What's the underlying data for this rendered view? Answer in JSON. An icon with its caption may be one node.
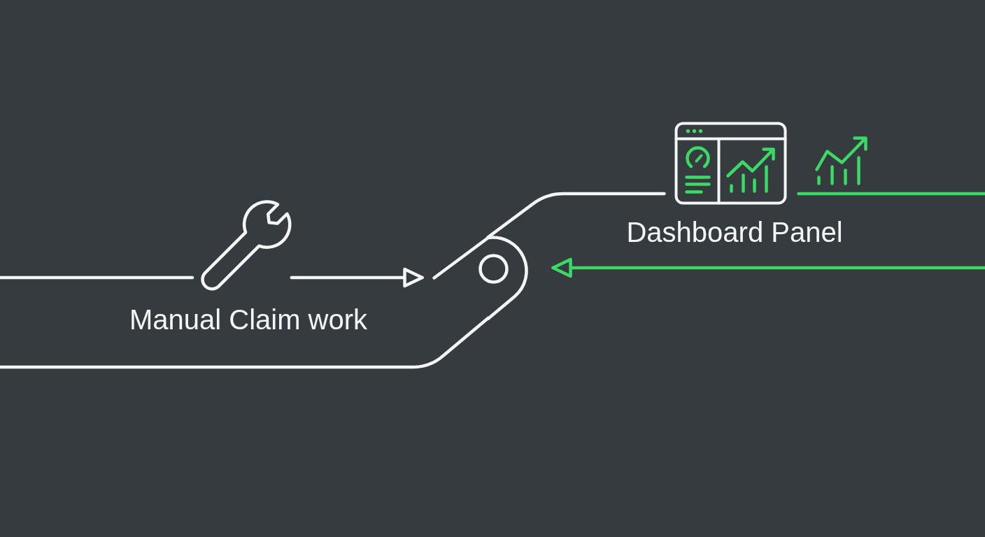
{
  "diagram": {
    "nodes": [
      {
        "text": [],
        "shape": "picture",
        "beside": [
          "Manual Claim work"
        ]
      },
      {
        "text": [],
        "shape": "circle"
      },
      {
        "text": [],
        "shape": "picture",
        "beside": [
          "Dashboard Panel"
        ]
      }
    ],
    "edges": [
      {
        "from": null,
        "to": 0,
        "arrow": "none"
      },
      {
        "from": 0,
        "to": 1,
        "arrow": "to"
      },
      {
        "from": 1,
        "to": 2,
        "arrow": "none"
      },
      {
        "from": 1,
        "to": null,
        "arrow": "none"
      },
      {
        "from": 2,
        "to": null,
        "arrow": "none",
        "color": "#3bd966"
      },
      {
        "from": null,
        "to": 1,
        "arrow": "to",
        "color": "#3bd966"
      }
    ]
  }
}
